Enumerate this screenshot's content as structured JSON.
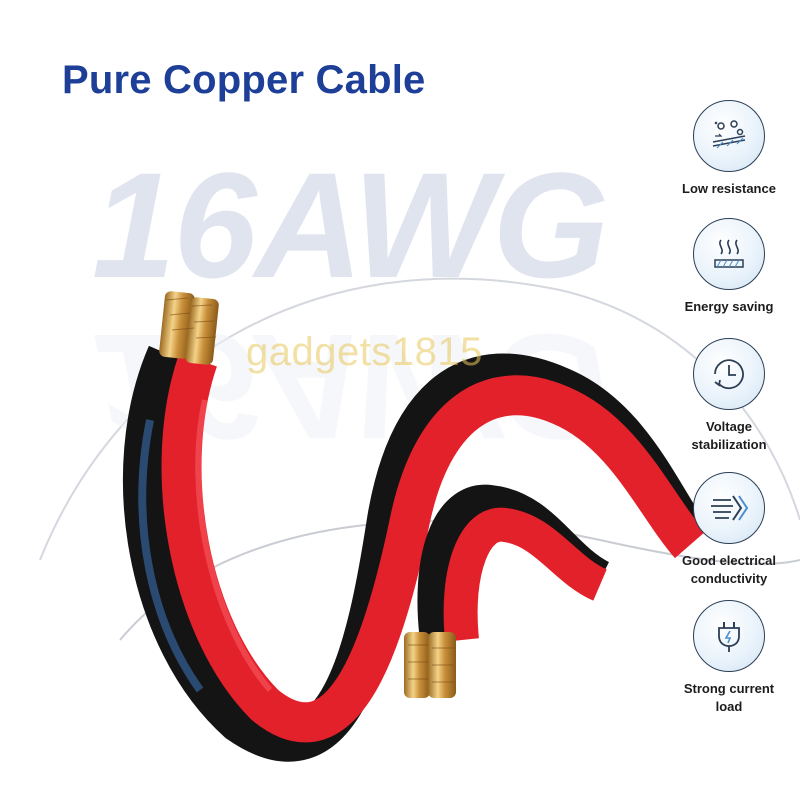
{
  "headline": "Pure Copper Cable",
  "gauge_text": "16AWG",
  "watermark": "gadgets1815",
  "colors": {
    "headline": "#1d3f97",
    "cable_red": "#e3212b",
    "cable_black": "#141414",
    "copper": "#d9a54a",
    "gauge_text": "#dfe4ef"
  },
  "features": [
    {
      "icon": "low-resistance-icon",
      "label": "Low resistance"
    },
    {
      "icon": "energy-saving-icon",
      "label": "Energy saving"
    },
    {
      "icon": "voltage-stabilization-icon",
      "label": "Voltage\nstabilization"
    },
    {
      "icon": "conductivity-icon",
      "label": "Good electrical\nconductivity"
    },
    {
      "icon": "current-load-icon",
      "label": "Strong current\nload"
    }
  ]
}
